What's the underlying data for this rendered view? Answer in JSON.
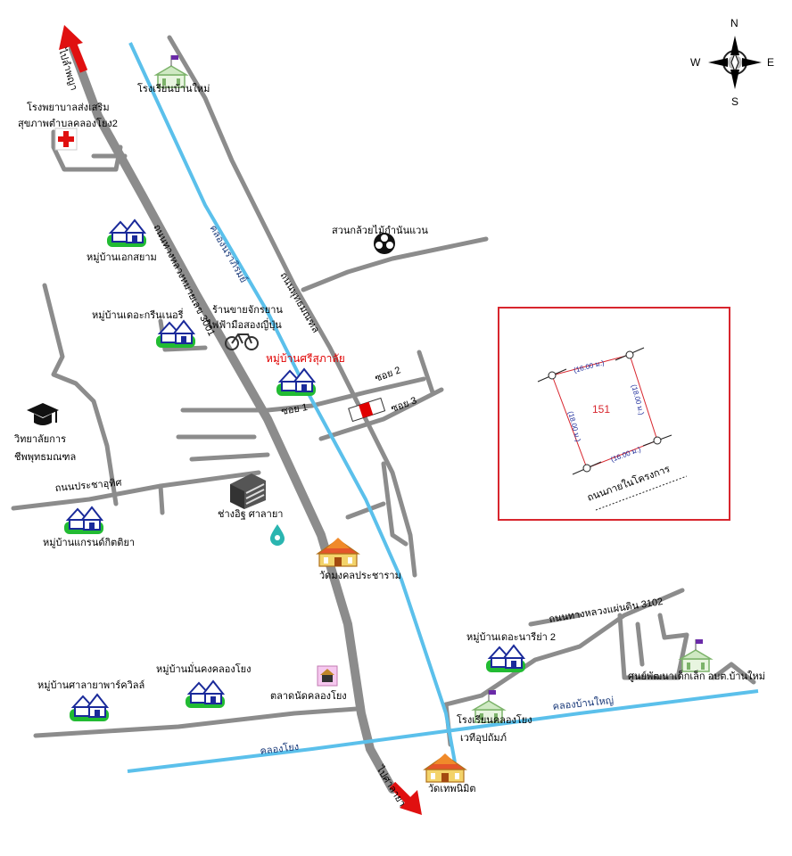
{
  "compass": {
    "n": "N",
    "s": "S",
    "e": "E",
    "w": "W"
  },
  "roads": {
    "main_highway": "ถนนทางหลวงหมายเลข 3001",
    "to_north": "ไปลำพญา",
    "to_south": "ไปศาลายา",
    "road_phuttamonthon": "ถนนพุทธมณฑล",
    "prachautis": "ถนนประชาอุทิศ",
    "highway_3102": "ถนนทางหลวงแผ่นดิน 3102",
    "soi1": "ซอย 1",
    "soi2": "ซอย 2",
    "soi3": "ซอย 3",
    "project_road": "ถนนภายในโครงการ"
  },
  "canals": {
    "narai": "คลองนราภิรมย์",
    "khlong_yong": "คลองโยง",
    "ban_yai": "คลองบ้านใหญ่"
  },
  "places": {
    "school_ban_mai": "โรงเรียนบ้านใหม่",
    "hospital_l1": "โรงพยาบาลส่งเสริม",
    "hospital_l2": "สุขภาพตำบลคลองโยง2",
    "ek_sayam": "หมู่บ้านเอกสยาม",
    "green_nery": "หมู่บ้านเดอะกรีนเนอรี่",
    "bike_l1": "ร้านขายจักรยาน",
    "bike_l2": "ไฟฟ้ามือสองญี่ปุ่น",
    "target_village": "หมู่บ้านศรีสุภาลัย",
    "college_l1": "วิทยาลัยการ",
    "college_l2": "ชีพพุทธมณฑล",
    "garden": "สวนกล้วยไม้กำนันแวน",
    "chang_it": "ช่างอิฐ ศาลายา",
    "grand_kit": "หมู่บ้านแกรนด์กิตติยา",
    "wat_mongkol": "วัดมงคลประชาราม",
    "naree": "หมู่บ้านเดอะนารีย่า 2",
    "child_center": "ศูนย์พัฒนาเด็กเล็ก อบต.บ้านใหม่",
    "mankong": "หมู่บ้านมั่นคงคลองโยง",
    "salaya_park": "หมู่บ้านศาลายาพาร์ควิลล์",
    "market": "ตลาดนัดคลองโยง",
    "school_khlong_l1": "โรงเรียนคลองโยง",
    "school_khlong_l2": "เวทีอุปถัมภ์",
    "wat_thep": "วัดเทพนิมิต"
  },
  "plot": {
    "number": "151",
    "side_top": "(16.00 ม.)",
    "side_bottom": "(16.00 ม.)",
    "side_left": "(18.00 ม.)",
    "side_right": "(18.00 ม.)"
  },
  "colors": {
    "road": "#8c8c8c",
    "canal": "#5bc0eb",
    "arrow": "#e01010",
    "target_text": "#e00000",
    "frame": "#d8262e"
  }
}
